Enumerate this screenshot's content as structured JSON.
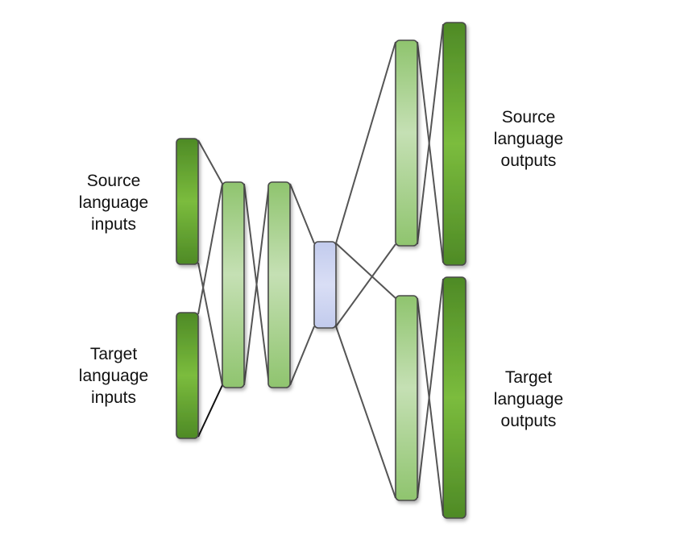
{
  "labels": {
    "source_inputs": [
      "Source",
      "language",
      "inputs"
    ],
    "target_inputs": [
      "Target",
      "language",
      "inputs"
    ],
    "source_outputs": [
      "Source",
      "language",
      "outputs"
    ],
    "target_outputs": [
      "Target",
      "language",
      "outputs"
    ]
  },
  "colors": {
    "dark_green": "#5e9a2e",
    "light_green": "#a7d08e",
    "bottleneck": "#ccd4f0",
    "connector": "#555555"
  }
}
